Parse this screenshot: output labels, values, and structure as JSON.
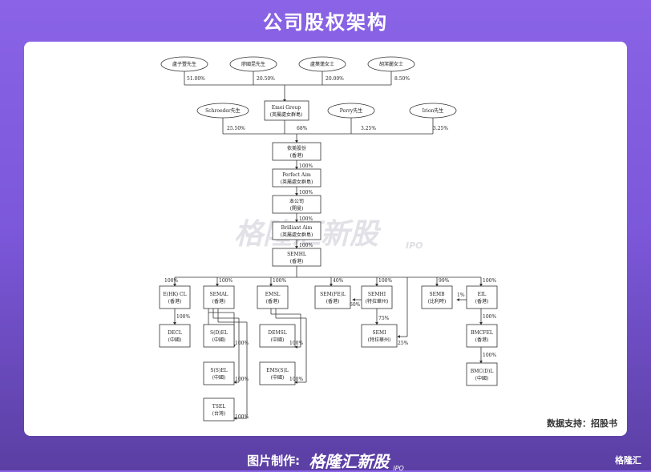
{
  "header": {
    "title": "公司股权架构"
  },
  "watermark": {
    "main": "格隆汇新股",
    "sub": "IPO"
  },
  "support_text": "数据支持：招股书",
  "footer": {
    "label": "图片制作:",
    "brand": "格隆汇新股",
    "ipo": "IPO",
    "corner": "格隆汇"
  },
  "shareholders_top": [
    {
      "name": "盧子豐先生",
      "pct": "51.00%"
    },
    {
      "name": "廖國昆先生",
      "pct": "20.50%"
    },
    {
      "name": "盧葉蓮女士",
      "pct": "20.00%"
    },
    {
      "name": "胡潔麗女士",
      "pct": "8.50%"
    }
  ],
  "shareholders_mid": [
    {
      "name": "Schroeder先生",
      "pct": "25.50%"
    },
    {
      "name": "Perry先生",
      "pct": "3.25%"
    },
    {
      "name": "Irion先生",
      "pct": "3.25%"
    }
  ],
  "emei": {
    "line1": "Emei Group",
    "line2": "(英屬處女群島)",
    "pct": "68%"
  },
  "chain": [
    {
      "line1": "依美股份",
      "line2": "(香港)",
      "pct": "100%"
    },
    {
      "line1": "Perfect Aim",
      "line2": "(英屬處女群島)",
      "pct": "100%"
    },
    {
      "line1": "本公司",
      "line2": "(開曼)",
      "pct": "100%"
    },
    {
      "line1": "Brilliant Aim",
      "line2": "(英屬處女群島)",
      "pct": "100%"
    },
    {
      "line1": "SEMHL",
      "line2": "(香港)"
    }
  ],
  "subs": {
    "eihk": {
      "line1": "E(HK) CL",
      "line2": "(香港)",
      "pct": "100%"
    },
    "decl": {
      "line1": "DECL",
      "line2": "(中國)",
      "pct": "100%"
    },
    "semal": {
      "line1": "SEMAL",
      "line2": "(香港)",
      "pct": "100%"
    },
    "sdel": {
      "line1": "S(D)EL",
      "line2": "(中國)",
      "pct": "100%"
    },
    "ssel": {
      "line1": "S(S)EL",
      "line2": "(中國)",
      "pct": "100%"
    },
    "tsel": {
      "line1": "TSEL",
      "line2": "(台灣)",
      "pct": "100%"
    },
    "emsl": {
      "line1": "EMSL",
      "line2": "(香港)",
      "pct": "100%"
    },
    "demsl": {
      "line1": "DEMSL",
      "line2": "(中國)",
      "pct": "100%"
    },
    "emss": {
      "line1": "EMS(S)L",
      "line2": "(中國)",
      "pct": "100%"
    },
    "semfe": {
      "line1": "SEM(FE)L",
      "line2": "(香港)",
      "pct": "40%"
    },
    "semhi": {
      "line1": "SEMHI",
      "line2": "(特拉華州)",
      "pct": "100%",
      "pct_fe": "60%"
    },
    "semi": {
      "line1": "SEMI",
      "line2": "(特拉華州)",
      "pct": "75%",
      "pct_alt": "25%"
    },
    "semb": {
      "line1": "SEMB",
      "line2": "(比利時)",
      "pct": "99%"
    },
    "eil": {
      "line1": "EIL",
      "line2": "(香港)",
      "pct": "100%",
      "pct_semb": "1%"
    },
    "bmcfel": {
      "line1": "BMCFEL",
      "line2": "(香港)",
      "pct": "100%"
    },
    "bmcdl": {
      "line1": "BMC(D)L",
      "line2": "(中國)",
      "pct": "100%"
    }
  },
  "colors": {
    "bg_top": "#8a63e6",
    "bg_bottom": "#5b3fa3",
    "card": "#ffffff",
    "line": "#333333"
  }
}
